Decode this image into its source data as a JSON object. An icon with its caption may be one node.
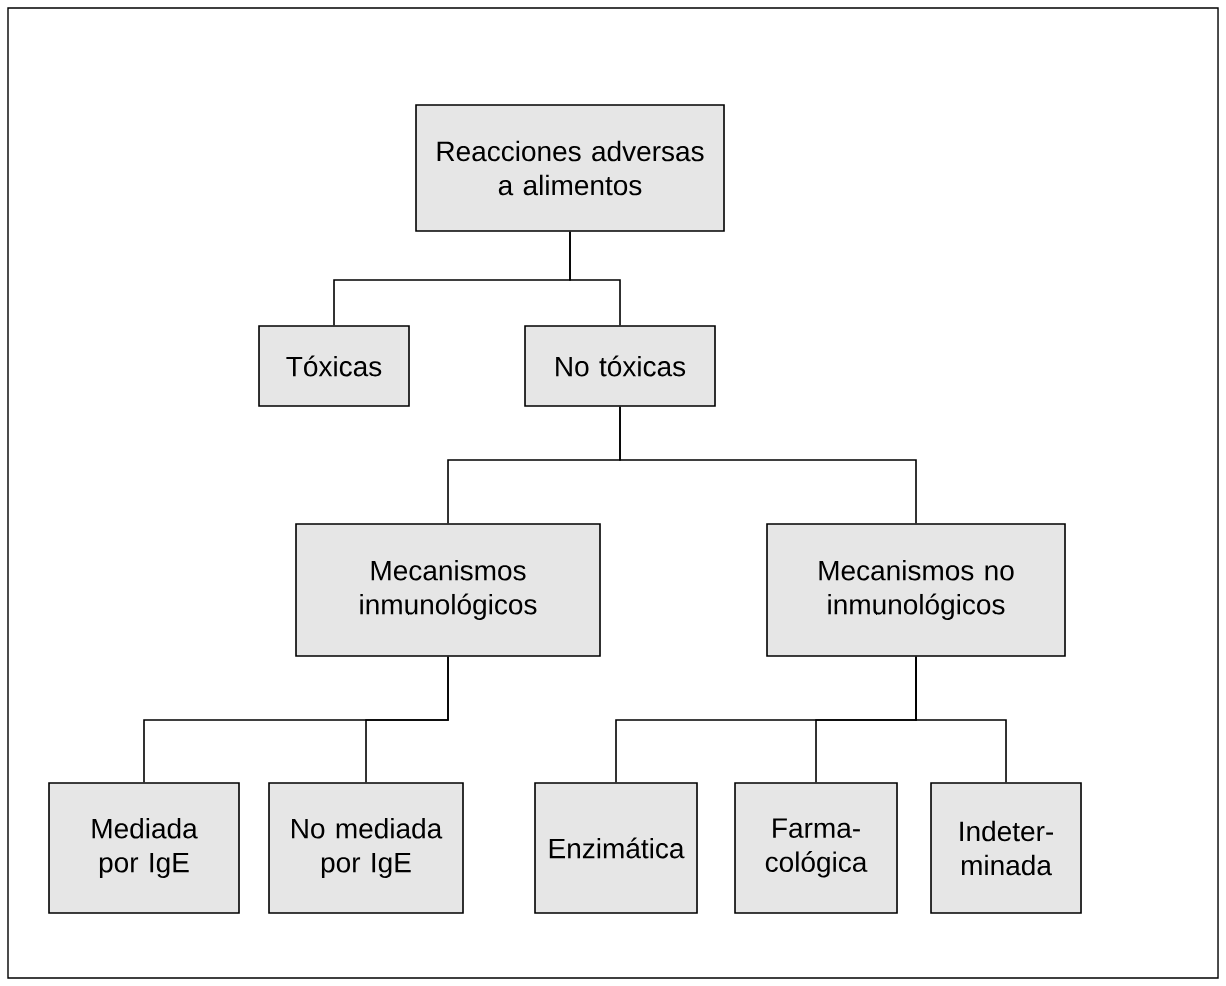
{
  "diagram": {
    "nodes": [
      {
        "text": [
          "Reacciones adversas a alimentos"
        ]
      },
      {
        "text": [
          "Tóxicas"
        ]
      },
      {
        "text": [
          "No tóxicas"
        ]
      },
      {
        "text": [
          "Mecanismos inmunológicos"
        ]
      },
      {
        "text": [
          "Mecanismos no inmunológicos"
        ]
      },
      {
        "text": [
          "Mediada por IgE"
        ]
      },
      {
        "text": [
          "No mediada por IgE"
        ]
      },
      {
        "text": [
          "Enzimática"
        ]
      },
      {
        "text": [
          "Farma- cológica"
        ]
      },
      {
        "text": [
          "Indeter- minada"
        ]
      }
    ],
    "edges": [
      {
        "from": 0,
        "to": 1,
        "arrow": "none"
      },
      {
        "from": 0,
        "to": 2,
        "arrow": "none"
      },
      {
        "from": 2,
        "to": 3,
        "arrow": "none"
      },
      {
        "from": 2,
        "to": 4,
        "arrow": "none"
      },
      {
        "from": 3,
        "to": 5,
        "arrow": "none"
      },
      {
        "from": 3,
        "to": 6,
        "arrow": "none"
      },
      {
        "from": 4,
        "to": 7,
        "arrow": "none"
      },
      {
        "from": 4,
        "to": 8,
        "arrow": "none"
      },
      {
        "from": 4,
        "to": 9,
        "arrow": "none"
      }
    ]
  }
}
